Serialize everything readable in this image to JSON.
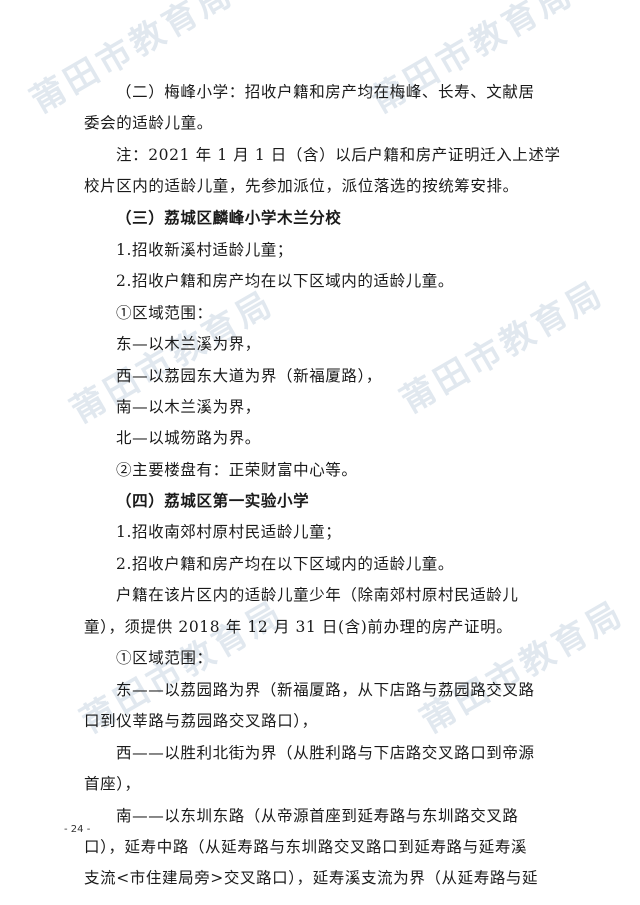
{
  "watermark_text": "莆田市教育局",
  "lines": [
    {
      "text": "（二）梅峰小学：招收户籍和房产均在梅峰、长寿、文献居",
      "bold": true
    },
    {
      "text": "委会的适龄儿童。",
      "bold": false
    },
    {
      "text": "注：2021 年 1 月 1 日（含）以后户籍和房产证明迁入上述学",
      "bold": false
    },
    {
      "text": "校片区内的适龄儿童，先参加派位，派位落选的按统筹安排。",
      "bold": false
    },
    {
      "text": "（三）荔城区麟峰小学木兰分校",
      "bold": true
    },
    {
      "text": "1.招收新溪村适龄儿童；",
      "bold": false
    },
    {
      "text": "2.招收户籍和房产均在以下区域内的适龄儿童。",
      "bold": false
    },
    {
      "text": "①区域范围：",
      "bold": false
    },
    {
      "text": "东—以木兰溪为界，",
      "bold": false
    },
    {
      "text": "西—以荔园东大道为界（新福厦路），",
      "bold": false
    },
    {
      "text": "南—以木兰溪为界，",
      "bold": false
    },
    {
      "text": "北—以城笏路为界。",
      "bold": false
    },
    {
      "text": "②主要楼盘有：正荣财富中心等。",
      "bold": false
    },
    {
      "text": "（四）荔城区第一实验小学",
      "bold": true
    },
    {
      "text": "1.招收南郊村原村民适龄儿童；",
      "bold": false
    },
    {
      "text": "2.招收户籍和房产均在以下区域内的适龄儿童。",
      "bold": false
    },
    {
      "text": "户籍在该片区内的适龄儿童少年（除南郊村原村民适龄儿",
      "bold": false
    },
    {
      "text": "童），须提供 2018 年 12 月 31 日(含)前办理的房产证明。",
      "bold": false
    },
    {
      "text": "①区域范围：",
      "bold": false
    },
    {
      "text": "东——以荔园路为界（新福厦路，从下店路与荔园路交叉路",
      "bold": false
    },
    {
      "text": "口到仪莘路与荔园路交叉路口），",
      "bold": false
    },
    {
      "text": "西——以胜利北街为界（从胜利路与下店路交叉路口到帝源",
      "bold": false
    },
    {
      "text": "首座），",
      "bold": false
    },
    {
      "text": "南——以东圳东路（从帝源首座到延寿路与东圳路交叉路",
      "bold": false
    },
    {
      "text": "口），延寿中路（从延寿路与东圳路交叉路口到延寿路与延寿溪",
      "bold": false
    },
    {
      "text": "支流<市住建局旁>交叉路口），延寿溪支流为界（从延寿路与延",
      "bold": false
    }
  ],
  "page_number": "- 24 -"
}
